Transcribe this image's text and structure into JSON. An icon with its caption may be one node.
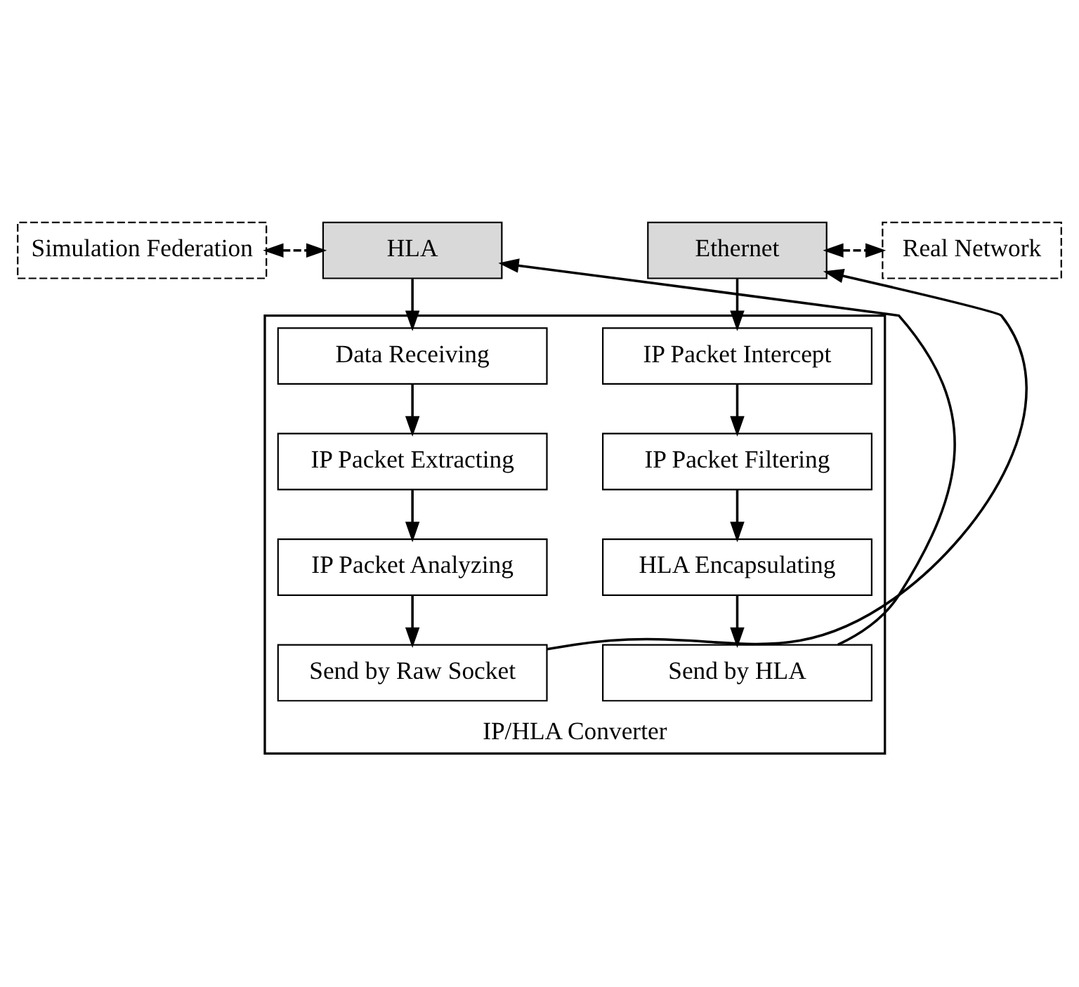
{
  "diagram": {
    "nodes": [
      {
        "text": [
          "Simulation Federation"
        ]
      },
      {
        "text": [
          "HLA"
        ]
      },
      {
        "text": [
          "Ethernet"
        ]
      },
      {
        "text": [
          "Real Network"
        ]
      },
      {
        "text": [
          "IP/HLA Converter"
        ]
      },
      {
        "text": [
          "Data Receiving"
        ],
        "in": 4
      },
      {
        "text": [
          "IP Packet Extracting"
        ],
        "in": 4
      },
      {
        "text": [
          "IP Packet Analyzing"
        ],
        "in": 4
      },
      {
        "text": [
          "Send by Raw Socket"
        ],
        "in": 4
      },
      {
        "text": [
          "IP Packet Intercept"
        ],
        "in": 4
      },
      {
        "text": [
          "IP Packet Filtering"
        ],
        "in": 4
      },
      {
        "text": [
          "HLA Encapsulating"
        ],
        "in": 4
      },
      {
        "text": [
          "Send by HLA"
        ],
        "in": 4
      }
    ],
    "edges": [
      {
        "from": 0,
        "to": 1,
        "arrow": "both",
        "style": "dashed"
      },
      {
        "from": 2,
        "to": 3,
        "arrow": "both",
        "style": "dashed"
      },
      {
        "from": 1,
        "to": 5,
        "arrow": "to"
      },
      {
        "from": 5,
        "to": 6,
        "arrow": "to"
      },
      {
        "from": 6,
        "to": 7,
        "arrow": "to"
      },
      {
        "from": 7,
        "to": 8,
        "arrow": "to"
      },
      {
        "from": 8,
        "to": 2,
        "arrow": "to"
      },
      {
        "from": 2,
        "to": 9,
        "arrow": "to"
      },
      {
        "from": 9,
        "to": 10,
        "arrow": "to"
      },
      {
        "from": 10,
        "to": 11,
        "arrow": "to"
      },
      {
        "from": 11,
        "to": 12,
        "arrow": "to"
      },
      {
        "from": 12,
        "to": 1,
        "arrow": "to"
      }
    ]
  }
}
